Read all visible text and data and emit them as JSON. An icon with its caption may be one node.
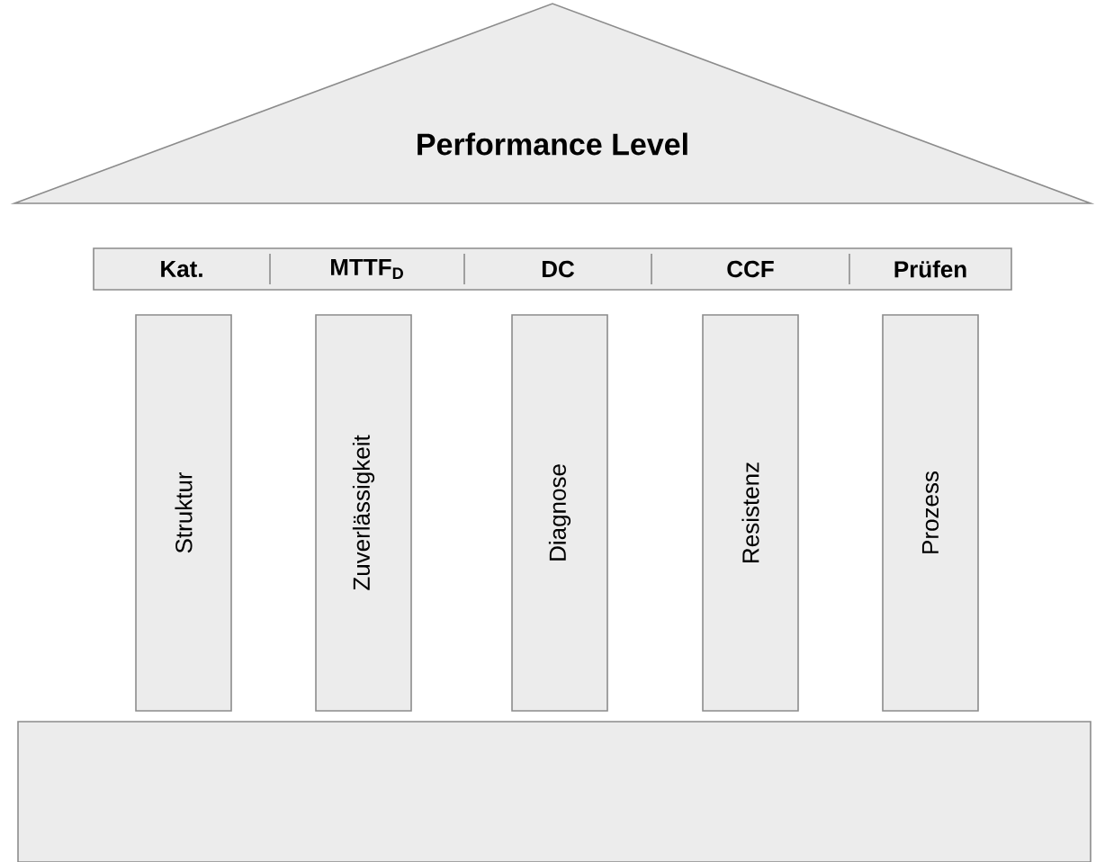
{
  "diagram": {
    "nodes": [
      {
        "text": [
          "Performance Level"
        ]
      },
      {
        "text": [],
        "shape": "box"
      },
      {
        "text": [
          "Kat."
        ],
        "in": 1
      },
      {
        "text": [
          "MTTF$_{D}$"
        ],
        "in": 1
      },
      {
        "text": [
          "DC"
        ],
        "in": 1
      },
      {
        "text": [
          "CCF"
        ],
        "in": 1
      },
      {
        "text": [
          "Prüfen"
        ],
        "in": 1
      },
      {
        "text": [
          "Struktur"
        ]
      },
      {
        "text": [
          "Zuverlässigkeit"
        ]
      },
      {
        "text": [
          "Diagnose"
        ]
      },
      {
        "text": [
          "Resistenz"
        ]
      },
      {
        "text": [
          "Prozess"
        ]
      },
      {
        "text": [],
        "shape": "box"
      }
    ]
  }
}
